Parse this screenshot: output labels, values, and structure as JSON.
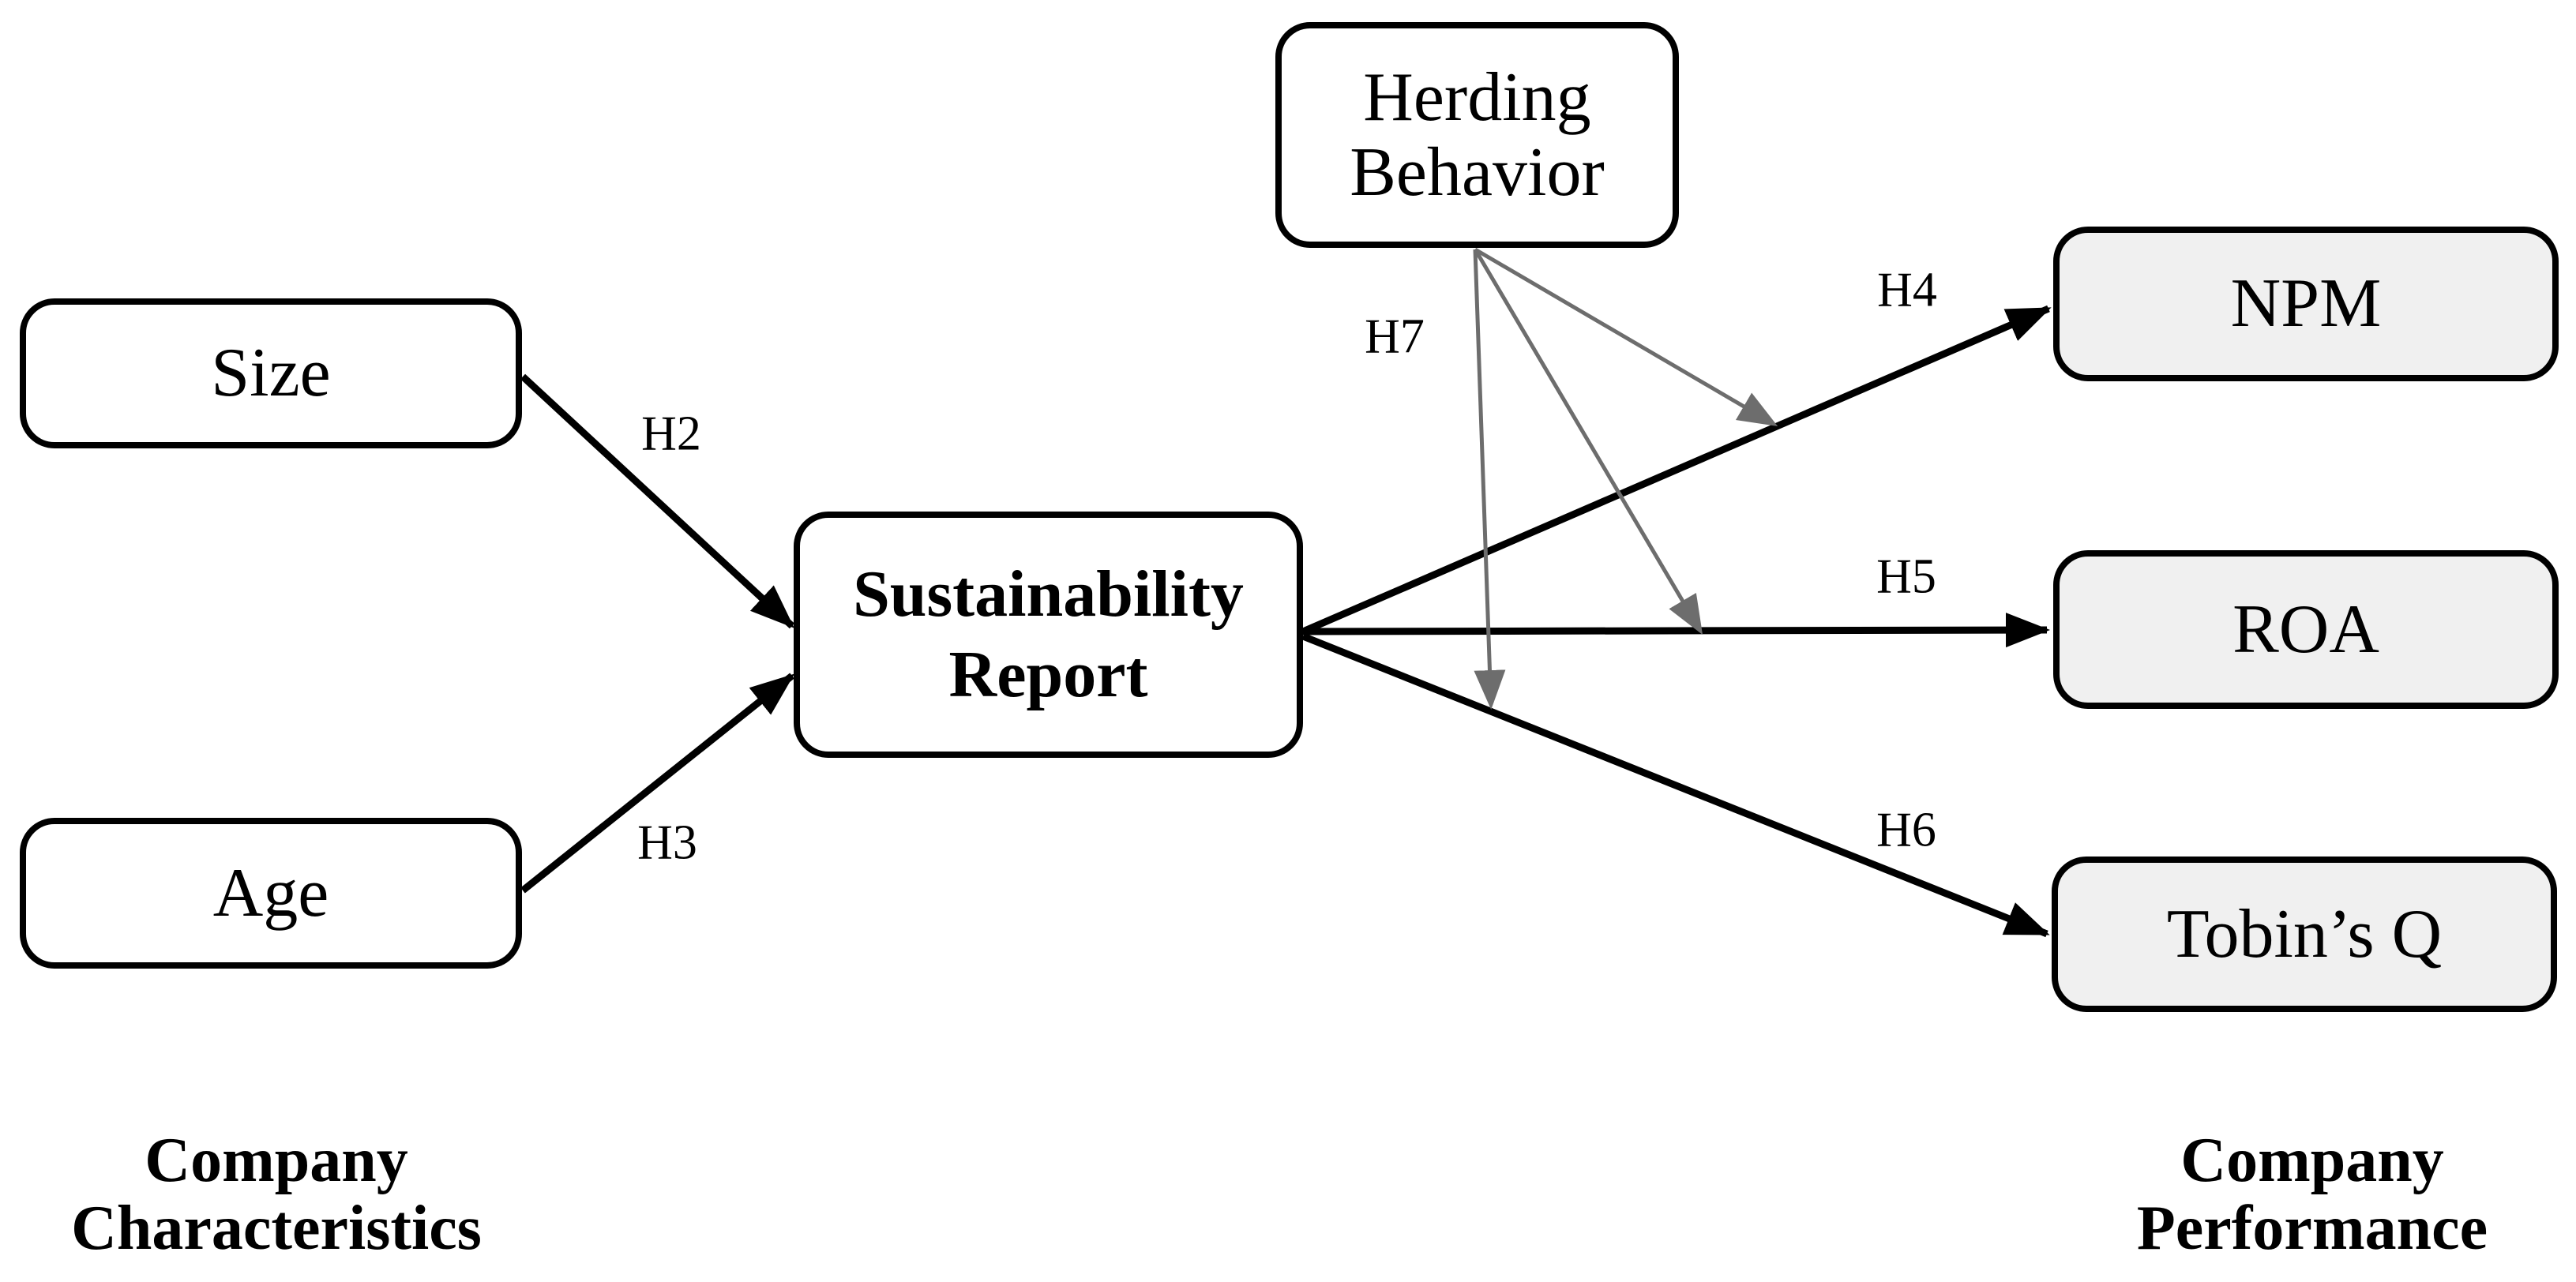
{
  "figure": {
    "nodes": {
      "herding": {
        "line1": "Herding",
        "line2": "Behavior"
      },
      "size": {
        "label": "Size"
      },
      "age": {
        "label": "Age"
      },
      "sustainability": {
        "line1": "Sustainability",
        "line2": "Report"
      },
      "npm": {
        "label": "NPM"
      },
      "roa": {
        "label": "ROA"
      },
      "tobins_q": {
        "label": "Tobin’s Q"
      }
    },
    "hypotheses": {
      "h2": "H2",
      "h3": "H3",
      "h4": "H4",
      "h5": "H5",
      "h6": "H6",
      "h7": "H7"
    },
    "captions": {
      "left": {
        "line1": "Company",
        "line2": "Characteristics"
      },
      "right": {
        "line1": "Company",
        "line2": "Performance"
      }
    },
    "edges": [
      {
        "id": "H2",
        "from": "Size",
        "to": "Sustainability Report",
        "style": "direct"
      },
      {
        "id": "H3",
        "from": "Age",
        "to": "Sustainability Report",
        "style": "direct"
      },
      {
        "id": "H4",
        "from": "Sustainability Report",
        "to": "NPM",
        "style": "direct"
      },
      {
        "id": "H5",
        "from": "Sustainability Report",
        "to": "ROA",
        "style": "direct"
      },
      {
        "id": "H6",
        "from": "Sustainability Report",
        "to": "Tobin’s Q",
        "style": "direct"
      },
      {
        "id": "H7",
        "from": "Herding Behavior",
        "to": "H4 path",
        "style": "moderation"
      },
      {
        "id": "H7",
        "from": "Herding Behavior",
        "to": "H5 path",
        "style": "moderation"
      },
      {
        "id": "H7",
        "from": "Herding Behavior",
        "to": "H6 path",
        "style": "moderation"
      }
    ],
    "colors": {
      "direct_arrow": "#000000",
      "moderation_arrow": "#6d6d6d",
      "box_border": "#000000",
      "predictor_box_fill": "#ffffff",
      "outcome_box_fill": "#f0f0f0",
      "background": "#ffffff"
    }
  }
}
